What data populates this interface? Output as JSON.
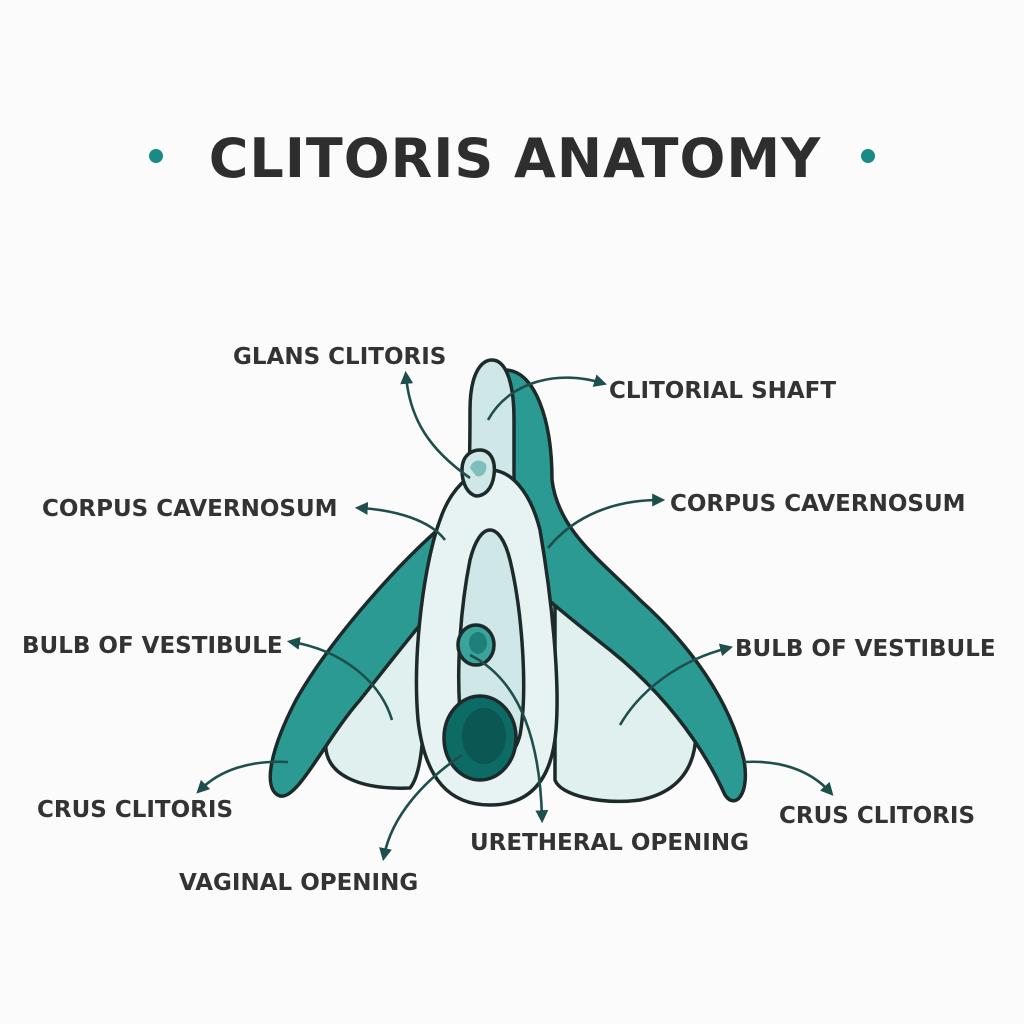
{
  "title": "CLITORIS ANATOMY",
  "colors": {
    "teal": "#2a9a93",
    "light_teal": "#cfe7e6",
    "pale": "#dff0ef",
    "dark_teal": "#0d6b66",
    "bullet": "#1a8a83",
    "text": "#333333"
  },
  "labels": {
    "glans_clitoris": "GLANS CLITORIS",
    "clitorial_shaft": "CLITORIAL SHAFT",
    "corpus_cavernosum_left": "CORPUS CAVERNOSUM",
    "corpus_cavernosum_right": "CORPUS CAVERNOSUM",
    "bulb_of_vestibule_left": "BULB OF VESTIBULE",
    "bulb_of_vestibule_right": "BULB OF VESTIBULE",
    "crus_clitoris_left": "CRUS CLITORIS",
    "crus_clitoris_right": "CRUS CLITORIS",
    "urethral_opening": "URETHERAL OPENING",
    "vaginal_opening": "VAGINAL OPENING"
  }
}
